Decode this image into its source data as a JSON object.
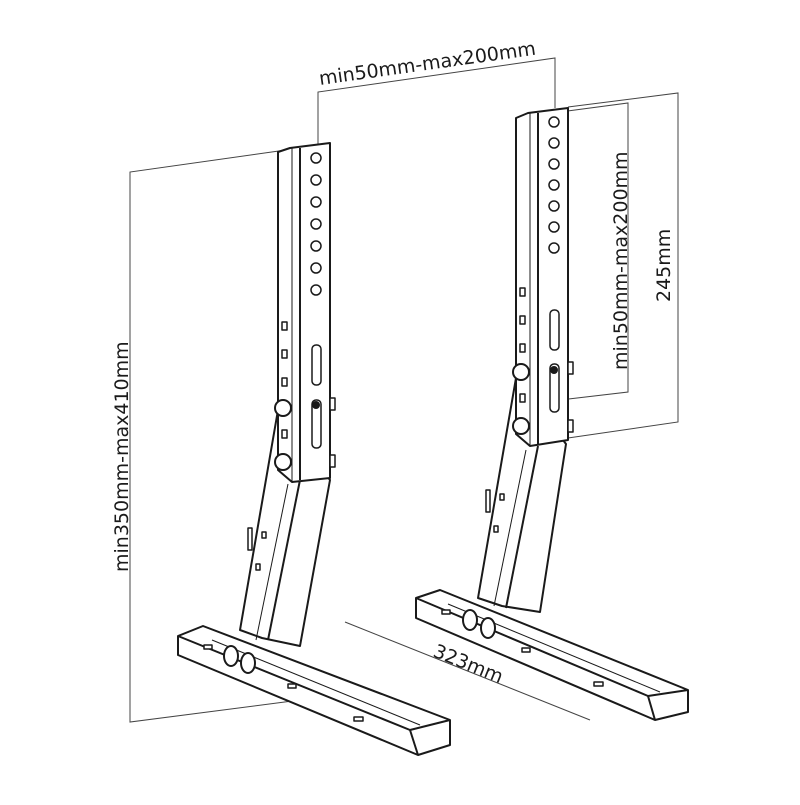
{
  "diagram": {
    "dimensions": {
      "top_width": "min50mm-max200mm",
      "height_total": "min350mm-max410mm",
      "right_hole_span": "min50mm-max200mm",
      "right_height": "245mm",
      "base_spacing": "323mm"
    },
    "colors": {
      "line": "#1a1a1a",
      "thin_line": "#444444",
      "background": "#ffffff"
    }
  }
}
